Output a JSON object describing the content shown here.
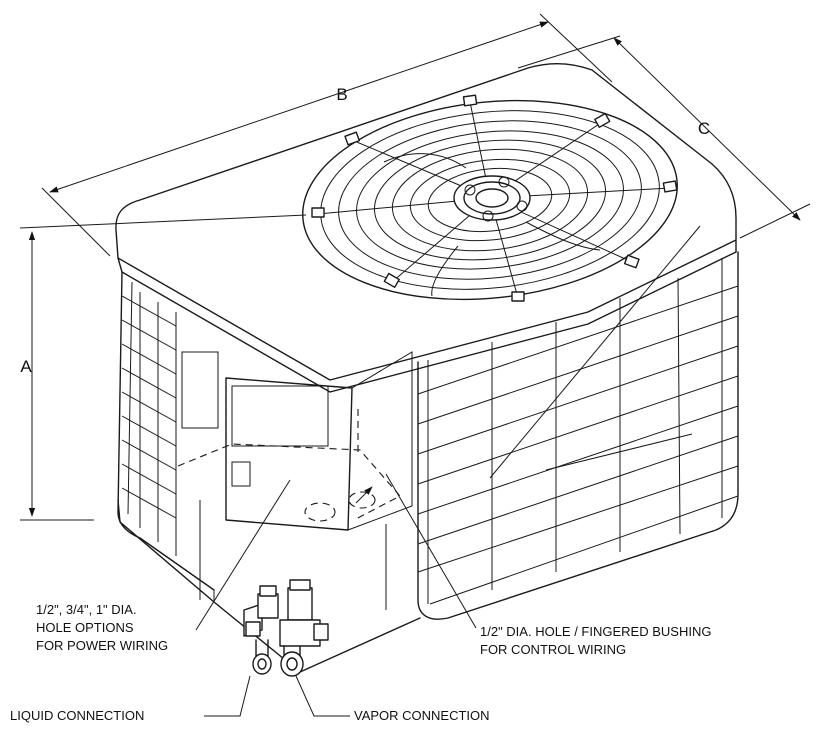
{
  "dimensions": {
    "a": "A",
    "b": "B",
    "c": "C"
  },
  "callouts": {
    "power_wiring": [
      "1/2\", 3/4\", 1\" DIA.",
      "HOLE OPTIONS",
      "FOR POWER WIRING"
    ],
    "control_wiring": [
      "1/2\" DIA. HOLE / FINGERED BUSHING",
      "FOR CONTROL WIRING"
    ],
    "liquid_connection": "LIQUID CONNECTION",
    "vapor_connection": "VAPOR CONNECTION"
  }
}
